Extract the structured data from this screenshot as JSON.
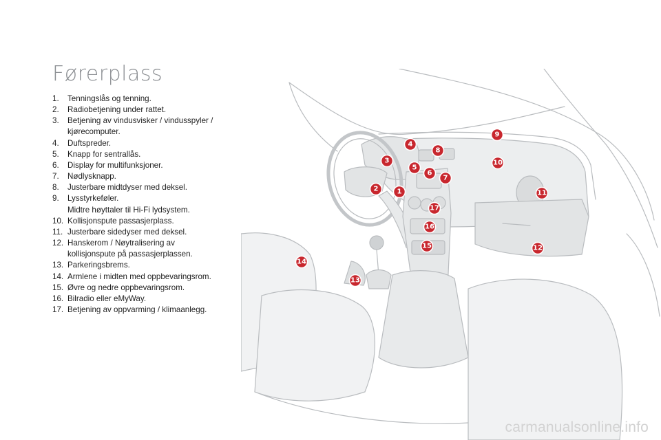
{
  "page": {
    "title": "Førerplass"
  },
  "legend": [
    {
      "num": "1.",
      "lines": [
        "Tenningslås og tenning."
      ]
    },
    {
      "num": "2.",
      "lines": [
        "Radiobetjening under rattet."
      ]
    },
    {
      "num": "3.",
      "lines": [
        "Betjening av vindusvisker / vindusspyler /",
        "kjørecomputer."
      ]
    },
    {
      "num": "4.",
      "lines": [
        "Duftspreder."
      ]
    },
    {
      "num": "5.",
      "lines": [
        "Knapp for sentrallås."
      ]
    },
    {
      "num": "6.",
      "lines": [
        "Display for multifunksjoner."
      ]
    },
    {
      "num": "7.",
      "lines": [
        "Nødlysknapp."
      ]
    },
    {
      "num": "8.",
      "lines": [
        "Justerbare midtdyser med deksel."
      ]
    },
    {
      "num": "9.",
      "lines": [
        "Lysstyrkeføler.",
        "Midtre høyttaler til Hi-Fi lydsystem."
      ]
    },
    {
      "num": "10.",
      "lines": [
        "Kollisjonspute passasjerplass."
      ]
    },
    {
      "num": "11.",
      "lines": [
        "Justerbare sidedyser med deksel."
      ]
    },
    {
      "num": "12.",
      "lines": [
        "Hanskerom / Nøytralisering av",
        "kollisjonspute på passasjerplassen."
      ]
    },
    {
      "num": "13.",
      "lines": [
        "Parkeringsbrems."
      ]
    },
    {
      "num": "14.",
      "lines": [
        "Armlene i midten med oppbevaringsrom."
      ]
    },
    {
      "num": "15.",
      "lines": [
        "Øvre og nedre oppbevaringsrom."
      ]
    },
    {
      "num": "16.",
      "lines": [
        "Bilradio eller eMyWay."
      ]
    },
    {
      "num": "17.",
      "lines": [
        "Betjening av oppvarming / klimaanlegg."
      ]
    }
  ],
  "markers": [
    "1",
    "2",
    "3",
    "4",
    "5",
    "6",
    "7",
    "8",
    "9",
    "10",
    "11",
    "12",
    "13",
    "14",
    "15",
    "16",
    "17"
  ],
  "watermark": "carmanualsonline.info",
  "colors": {
    "title": "#8c8f93",
    "marker": "#c8272e",
    "line": "#b9bcbf",
    "fill": "#eceeef"
  }
}
